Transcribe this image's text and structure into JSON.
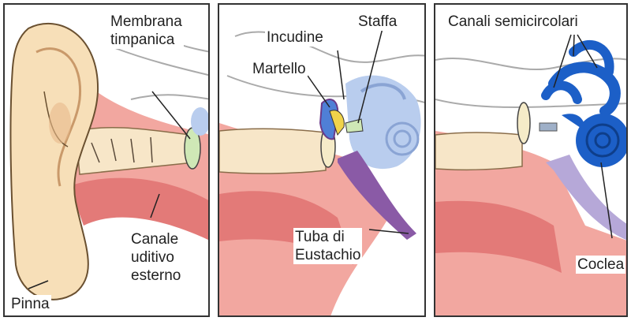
{
  "labels": {
    "membrana": [
      "Membrana",
      "timpanica"
    ],
    "canale": [
      "Canale",
      "uditivo",
      "esterno"
    ],
    "pinna": "Pinna",
    "incudine": "Incudine",
    "staffa": "Staffa",
    "martello": "Martello",
    "tuba": [
      "Tuba di",
      "Eustachio"
    ],
    "canali": "Canali semicircolari",
    "coclea": "Coclea"
  },
  "colors": {
    "skin": "#f7dfb8",
    "skin_dark": "#e8b98a",
    "canal_pink": "#f2a7a0",
    "canal_red": "#e37a78",
    "eardrum": "#cfe8b6",
    "inner_ear_light": "#b9cdee",
    "inner_ear_dark": "#1c5fc7",
    "tube_purple": "#8a5aa6",
    "ossicle_yellow": "#f0d34a",
    "ossicle_blue": "#4f7fd6",
    "outline": "#333333"
  }
}
